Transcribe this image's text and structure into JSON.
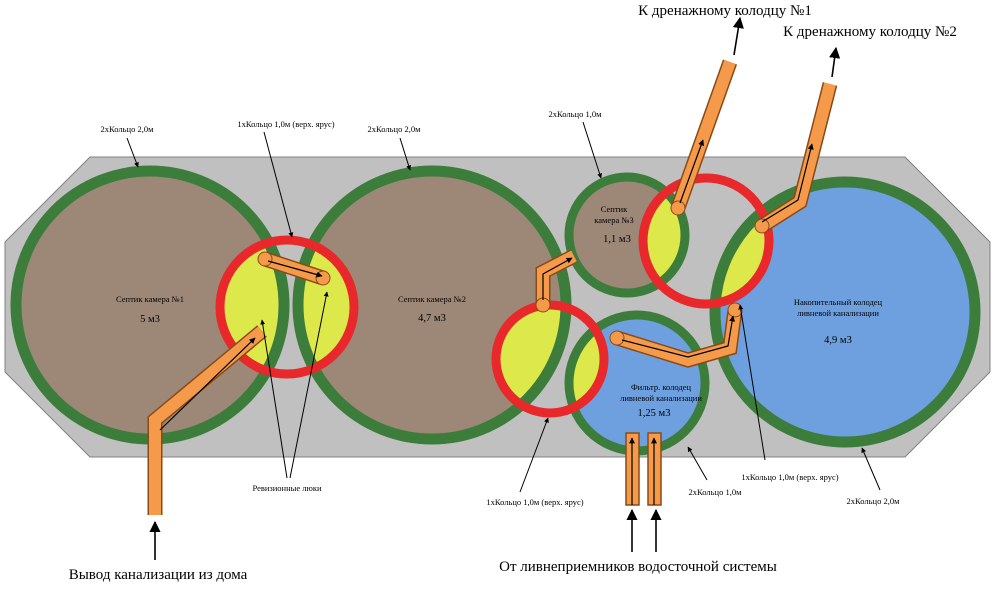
{
  "colors": {
    "pad": "#c0c0c0",
    "ring_green": "#3c7d3c",
    "ring_red": "#e8282a",
    "septic": "#9d8878",
    "storm": "#6ea0e0",
    "hatch": "#dde84a",
    "pipe": "#f49a4a"
  },
  "chambers": {
    "s1_name": "Септик камера №1",
    "s1_vol": "5 м3",
    "s2_name": "Септик камера №2",
    "s2_vol": "4,7 м3",
    "s3_name1": "Септик",
    "s3_name2": "камера №3",
    "s3_vol": "1,1 м3",
    "filter_name1": "Фильтр. колодец",
    "filter_name2": "ливневой канализации",
    "filter_vol": "1,25 м3",
    "acc_name1": "Накопительный колодец",
    "acc_name2": "ливневой канализации",
    "acc_vol": "4,9 м3"
  },
  "callouts": {
    "ring20_a": "2хКольцо 2,0м",
    "ring10_top": "1хКольцо 1,0м (верх. ярус)",
    "ring20_b": "2хКольцо 2,0м",
    "ring10_s3": "2хКольцо 1,0м",
    "hatches": "Ревизионные люки",
    "ring10_mid": "1хКольцо 1,0м (верх. ярус)",
    "ring10_filter": "2хКольцо 1,0м",
    "ring10_right": "1хКольцо 1,0м (верх. ярус)",
    "ring20_c": "2хКольцо 2,0м"
  },
  "main_labels": {
    "drain1": "К дренажному колодцу №1",
    "drain2": "К дренажному колодцу №2",
    "house_out": "Вывод канализации из дома",
    "storm_in": "От ливнеприемников водосточной системы"
  }
}
